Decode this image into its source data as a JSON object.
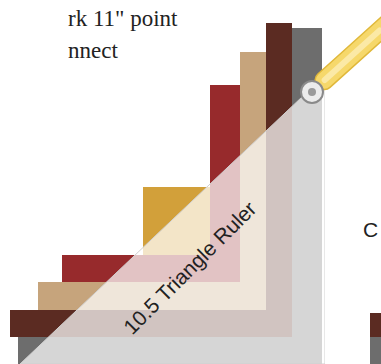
{
  "diagram": {
    "nodes": [
      {
        "text": [
          "10.5 Triangle Ruler"
        ]
      }
    ],
    "labels": [
      "rk 11\" point",
      "nnect",
      "C"
    ]
  }
}
